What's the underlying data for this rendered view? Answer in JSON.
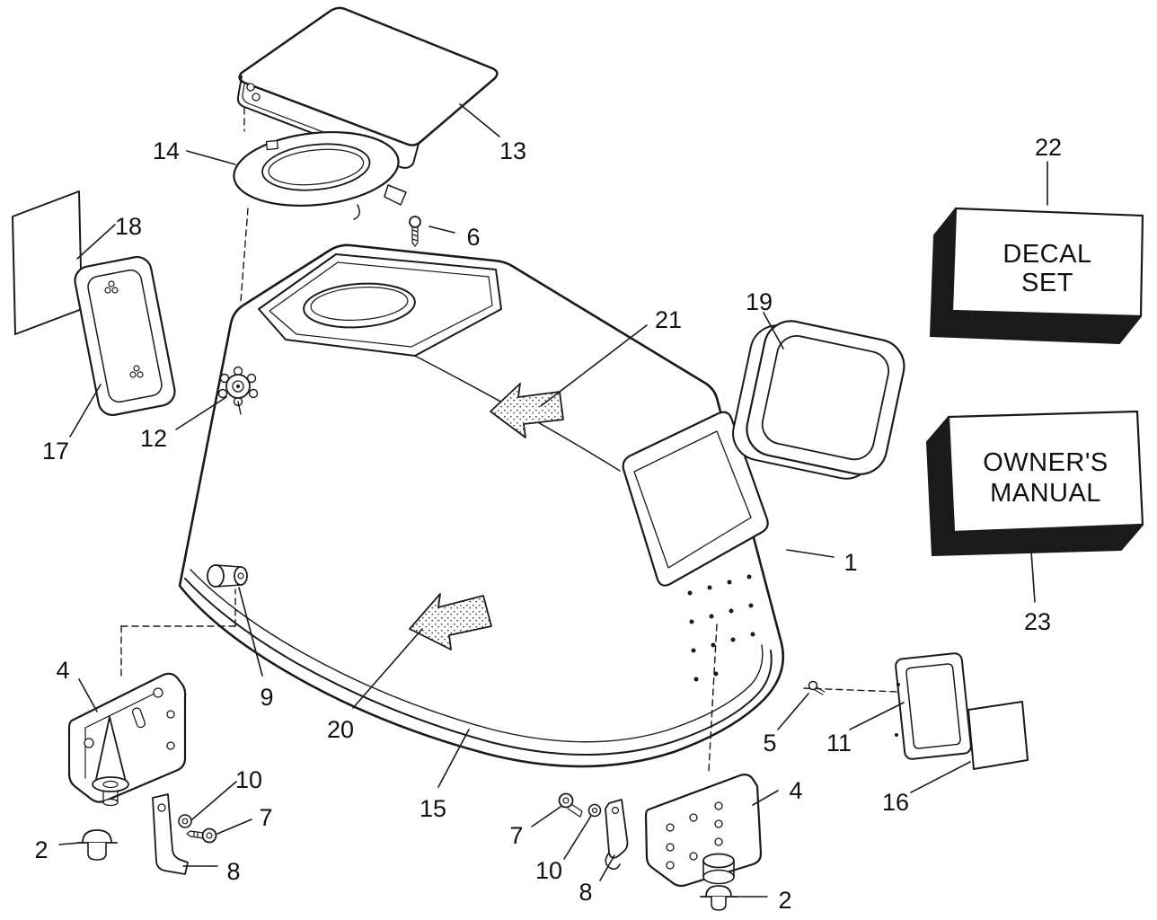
{
  "canvas": {
    "background": "#ffffff",
    "line_color": "#1a1a1a"
  },
  "boxes": {
    "decal_set": {
      "line1": "DECAL",
      "line2": "SET"
    },
    "owners_manual": {
      "line1": "OWNER'S",
      "line2": "MANUAL"
    }
  },
  "callouts": [
    {
      "label": "14"
    },
    {
      "label": "18"
    },
    {
      "label": "13"
    },
    {
      "label": "6"
    },
    {
      "label": "22"
    },
    {
      "label": "21"
    },
    {
      "label": "19"
    },
    {
      "label": "17"
    },
    {
      "label": "12"
    },
    {
      "label": "1"
    },
    {
      "label": "23"
    },
    {
      "label": "9"
    },
    {
      "label": "4"
    },
    {
      "label": "2"
    },
    {
      "label": "20"
    },
    {
      "label": "10"
    },
    {
      "label": "7"
    },
    {
      "label": "8"
    },
    {
      "label": "15"
    },
    {
      "label": "7"
    },
    {
      "label": "10"
    },
    {
      "label": "8"
    },
    {
      "label": "4"
    },
    {
      "label": "2"
    },
    {
      "label": "5"
    },
    {
      "label": "11"
    },
    {
      "label": "16"
    }
  ]
}
